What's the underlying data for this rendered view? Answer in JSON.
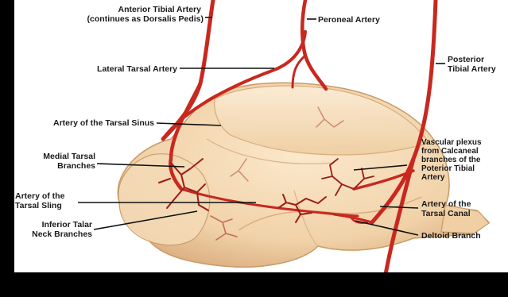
{
  "labels": {
    "anterior_tibial_line1": "Anterior Tibial Artery",
    "anterior_tibial_line2": "(continues as Dorsalis Pedis)",
    "peroneal": "Peroneal Artery",
    "lateral_tarsal": "Lateral Tarsal Artery",
    "posterior_tibial_line1": "Posterior",
    "posterior_tibial_line2": "Tibial Artery",
    "tarsal_sinus": "Artery of the Tarsal Sinus",
    "medial_tarsal_line1": "Medial Tarsal",
    "medial_tarsal_line2": "Branches",
    "vascular_plexus_line1": "Vascular plexus",
    "vascular_plexus_line2": "from Calcaneal",
    "vascular_plexus_line3": "branches of the",
    "vascular_plexus_line4": "Poterior Tibial",
    "vascular_plexus_line5": "Artery",
    "tarsal_sling_line1": "Artery of the",
    "tarsal_sling_line2": "Tarsal Sling",
    "tarsal_canal_line1": "Artery of the",
    "tarsal_canal_line2": "Tarsal Canal",
    "deltoid": "Deltoid Branch",
    "inferior_talar_line1": "Inferior Talar",
    "inferior_talar_line2": "Neck Branches"
  },
  "colors": {
    "artery": "#c8281f",
    "artery_dark": "#9d1c16",
    "bone": "#f3d7b0",
    "bone_shadow": "#e2bd8f",
    "background": "#ffffff",
    "frame": "#000000",
    "leader": "#111111"
  }
}
